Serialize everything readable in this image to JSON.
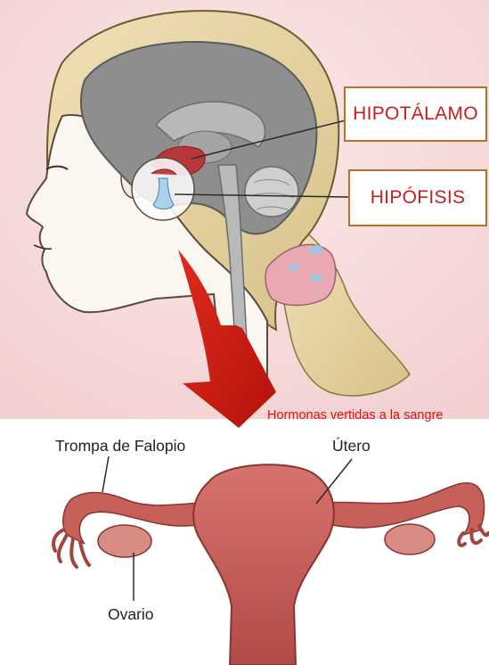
{
  "labels": {
    "hipotalamo": "HIPOTÁLAMO",
    "hipofisis": "HIPÓFISIS",
    "hormonas": "Hormonas vertidas a la sangre",
    "trompa": "Trompa de Falopio",
    "utero": "Útero",
    "ovario": "Ovario"
  },
  "colors": {
    "background_top": "#f8dcdc",
    "brain": "#8e8e8e",
    "skin": "#fbf6f0",
    "hair": "#e8d6a5",
    "arrow": "#d21a0f",
    "uterus": "#c8605a",
    "label_border": "#b5722a",
    "label_text": "#c81e1e"
  }
}
